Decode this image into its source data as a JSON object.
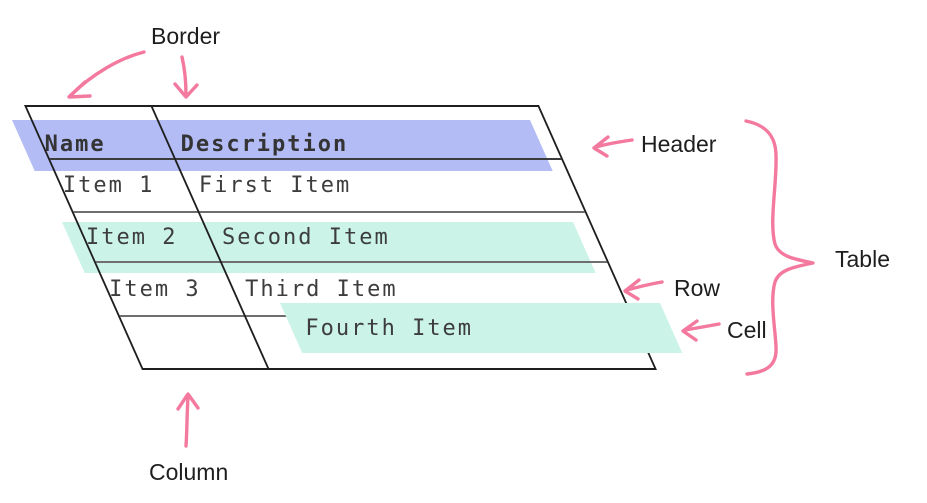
{
  "annotations": {
    "border_label": "Border",
    "header_label": "Header",
    "table_label": "Table",
    "row_label": "Row",
    "cell_label": "Cell",
    "column_label": "Column"
  },
  "table": {
    "columns": [
      "Name",
      "Description"
    ],
    "rows": [
      {
        "name": "Item 1",
        "description": "First Item",
        "highlighted": false
      },
      {
        "name": "Item 2",
        "description": "Second Item",
        "highlighted": true
      },
      {
        "name": "Item 3",
        "description": "Third Item",
        "highlighted": false
      },
      {
        "name": "",
        "description": "Fourth Item",
        "highlighted": true
      }
    ]
  },
  "colors": {
    "header_highlight": "#b3bcf5",
    "row_highlight": "#cbf3e8",
    "annotation": "#f4799f",
    "table_border": "#1f1f1f",
    "divider": "#6e6e6e",
    "text": "#3d3d3d"
  }
}
